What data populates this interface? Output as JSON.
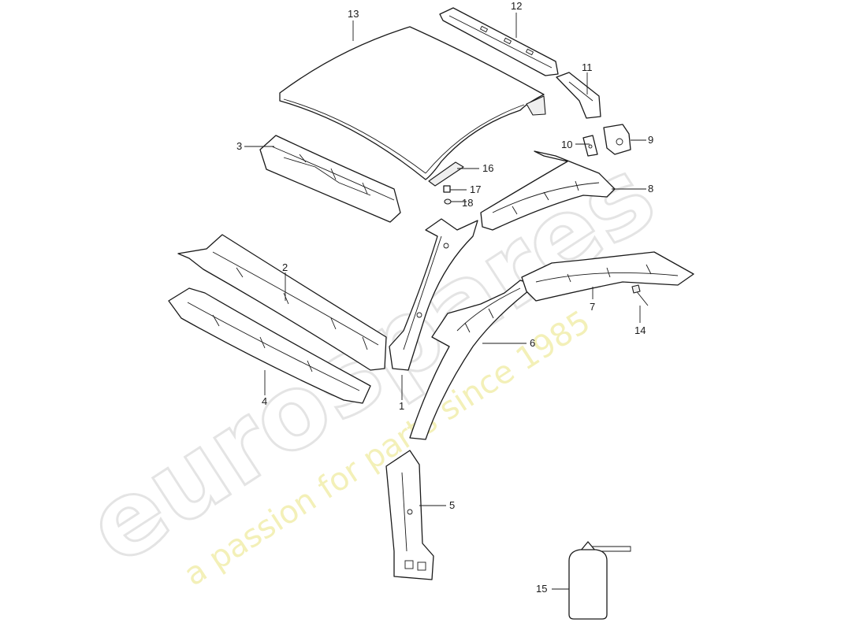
{
  "watermark": {
    "brand": "eurospares",
    "tagline": "a passion for parts since 1985"
  },
  "callouts": [
    {
      "id": "p1",
      "label": "1"
    },
    {
      "id": "p2",
      "label": "2"
    },
    {
      "id": "p3",
      "label": "3"
    },
    {
      "id": "p4",
      "label": "4"
    },
    {
      "id": "p5",
      "label": "5"
    },
    {
      "id": "p6",
      "label": "6"
    },
    {
      "id": "p7",
      "label": "7"
    },
    {
      "id": "p8",
      "label": "8"
    },
    {
      "id": "p9",
      "label": "9"
    },
    {
      "id": "p10",
      "label": "10"
    },
    {
      "id": "p11",
      "label": "11"
    },
    {
      "id": "p12",
      "label": "12"
    },
    {
      "id": "p13",
      "label": "13"
    },
    {
      "id": "p14",
      "label": "14"
    },
    {
      "id": "p15",
      "label": "15"
    },
    {
      "id": "p16",
      "label": "16"
    },
    {
      "id": "p17",
      "label": "17"
    },
    {
      "id": "p18",
      "label": "18"
    }
  ]
}
